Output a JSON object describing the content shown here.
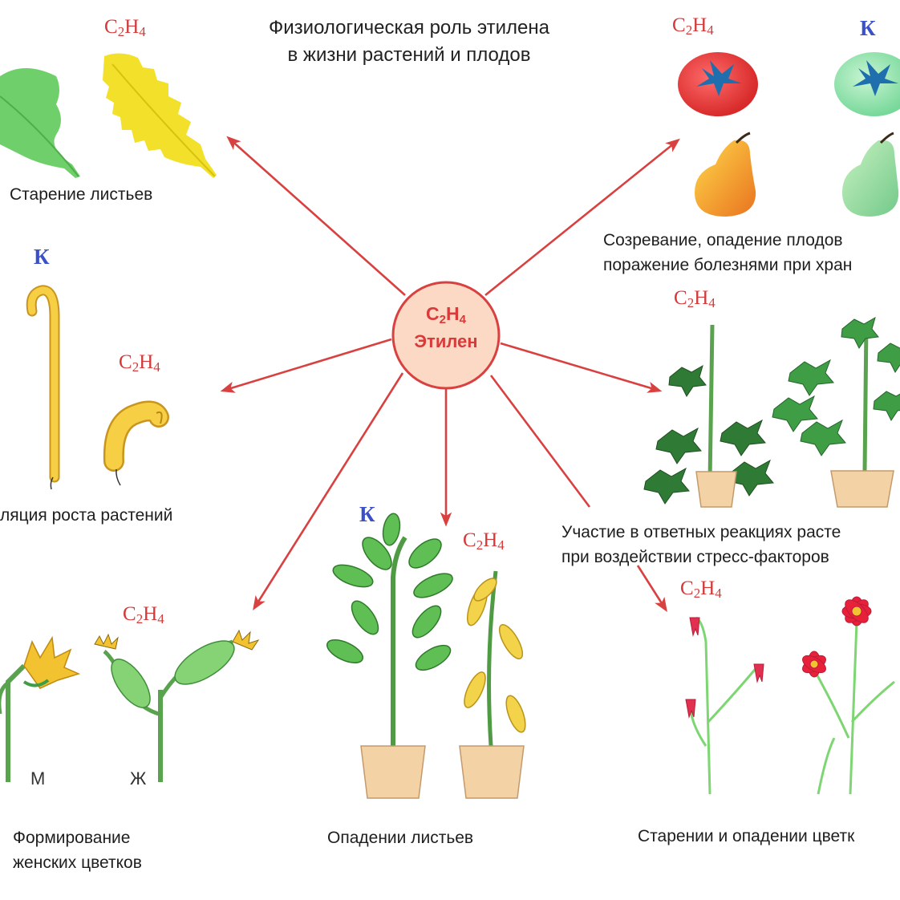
{
  "title": {
    "line1": "Физиологическая роль этилена",
    "line2": "в жизни растений и плодов"
  },
  "center": {
    "formula_c": "C",
    "formula_2": "2",
    "formula_h": "H",
    "formula_4": "4",
    "name": "Этилен"
  },
  "tags": {
    "ethylene_c": "C",
    "ethylene_2": "2",
    "ethylene_h": "H",
    "ethylene_4": "4",
    "control": "К"
  },
  "labels": {
    "leaf_aging": "Старение листьев",
    "fruit_line1": "Созревание, опадение плодов",
    "fruit_line2": "поражение болезнями при хран",
    "growth": "ляция роста растений",
    "stress_line1": "Участие в ответных реакциях расте",
    "stress_line2": "при воздействии стресс-факторов",
    "female_line1": "Формирование",
    "female_line2": "женских цветков",
    "leaf_fall": "Опадении листьев",
    "flower_aging": "Старении и опадении цветк"
  },
  "sex_labels": {
    "male": "М",
    "female": "Ж"
  },
  "colors": {
    "arrow": "#d94040",
    "center_fill": "#fbd9c4",
    "ethylene_text": "#d43a3a",
    "control_text": "#3a4fc8",
    "leaf_green": "#6fcf6a",
    "leaf_yellow": "#f2e02a"
  }
}
